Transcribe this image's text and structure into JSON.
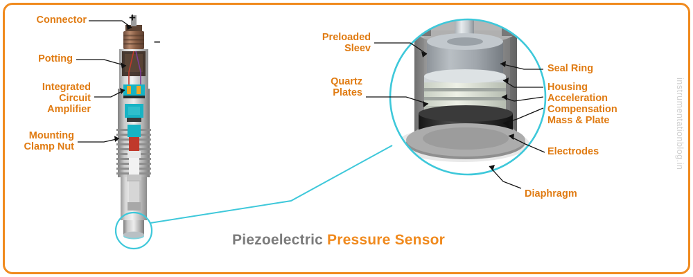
{
  "figure": {
    "title_part1": "Piezoelectric ",
    "title_part2": "Pressure Sensor",
    "watermark": "instrumentationblog.in",
    "accent_color": "#f08a1e",
    "callout_circle_color": "#3ec8da",
    "title_grey": "#7b7b7b"
  },
  "left_labels": [
    {
      "id": "connector",
      "text": "Connector"
    },
    {
      "id": "potting",
      "text": "Potting"
    },
    {
      "id": "ic-amplifier",
      "text": "Integrated\nCircuit\nAmplifier"
    },
    {
      "id": "mounting-clamp-nut",
      "text": "Mounting\nClamp Nut"
    }
  ],
  "detail_labels_left": [
    {
      "id": "preloaded-sleev",
      "text": "Preloaded\nSleev"
    },
    {
      "id": "quartz-plates",
      "text": "Quartz\nPlates"
    }
  ],
  "detail_labels_right": [
    {
      "id": "seal-ring",
      "text": "Seal Ring"
    },
    {
      "id": "housing",
      "text": "Housing"
    },
    {
      "id": "acceleration-compensation-mass-plate",
      "text": "Acceleration\nCompensation\nMass & Plate"
    },
    {
      "id": "electrodes",
      "text": "Electrodes"
    },
    {
      "id": "diaphragm",
      "text": "Diaphragm"
    }
  ],
  "polarity_marks": [
    {
      "id": "plus",
      "text": "+"
    },
    {
      "id": "minus",
      "text": "–"
    }
  ]
}
